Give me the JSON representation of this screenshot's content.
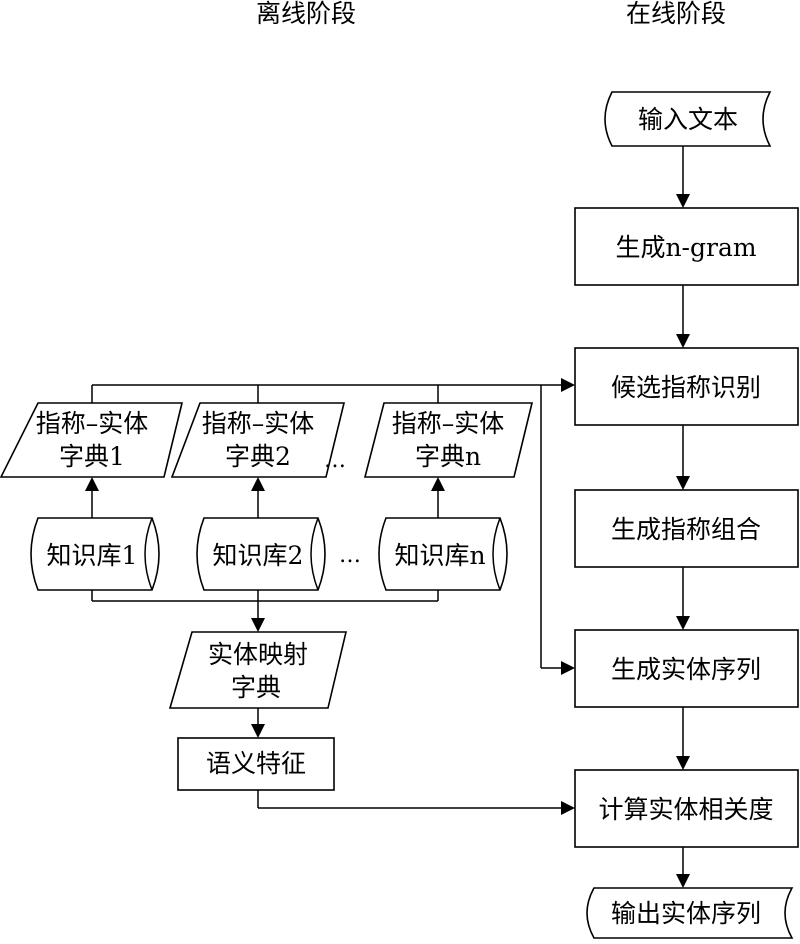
{
  "headers": {
    "offline": "离线阶段",
    "online": "在线阶段"
  },
  "online": {
    "input_text": "输入文本",
    "generate_ngram": "生成n-gram",
    "candidate_mention_recognition": "候选指称识别",
    "generate_mention_combination": "生成指称组合",
    "generate_entity_sequence": "生成实体序列",
    "compute_entity_relevance": "计算实体相关度",
    "output_entity_sequence": "输出实体序列"
  },
  "offline": {
    "dictionaries": [
      {
        "line1": "指称–实体",
        "line2": "字典1"
      },
      {
        "line1": "指称–实体",
        "line2": "字典2"
      },
      {
        "line1": "指称–实体",
        "line2": "字典n"
      }
    ],
    "knowledge_bases": [
      "知识库1",
      "知识库2",
      "知识库n"
    ],
    "ellipsis": "…",
    "entity_mapping": {
      "line1": "实体映射",
      "line2": "字典"
    },
    "semantic_features": "语义特征"
  }
}
